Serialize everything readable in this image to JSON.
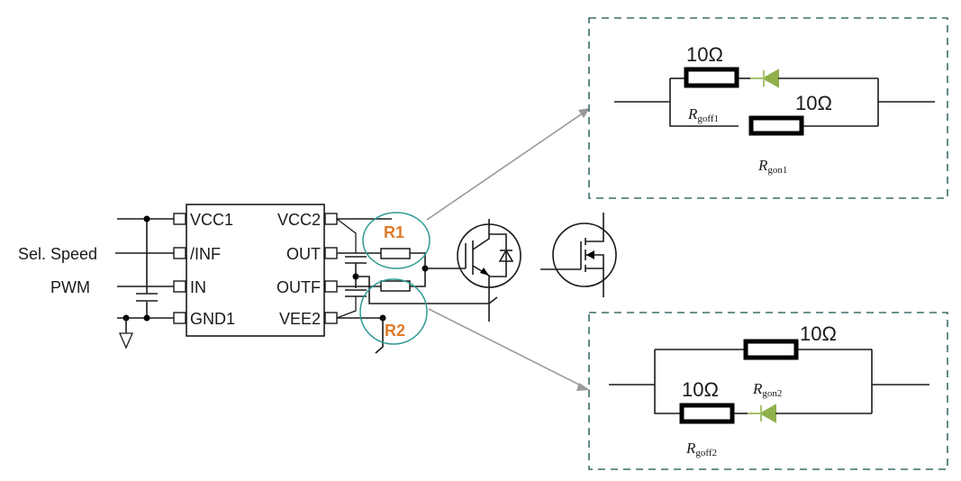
{
  "driver_ic": {
    "left_pins": [
      "VCC1",
      "/INF",
      "IN",
      "GND1"
    ],
    "right_pins": [
      "VCC2",
      "OUT",
      "OUTF",
      "VEE2"
    ]
  },
  "inputs": {
    "sel_speed": "Sel. Speed",
    "pwm": "PWM"
  },
  "gate_resistor_labels": {
    "r1": "R1",
    "r2": "R2"
  },
  "detail_top": {
    "resistor_top_value": "10Ω",
    "resistor_bottom_value": "10Ω",
    "label_off_main": "R",
    "label_off_sub": "goff1",
    "label_on_main": "R",
    "label_on_sub": "gon1"
  },
  "detail_bottom": {
    "resistor_top_value": "10Ω",
    "resistor_bottom_value": "10Ω",
    "label_on_main": "R",
    "label_on_sub": "gon2",
    "label_off_main": "R",
    "label_off_sub": "goff2"
  },
  "colors": {
    "r_label": "#e07b2a",
    "highlight_circle": "#2e9a94",
    "dashed_box": "#3b6e6a",
    "diode": "#8fb04a",
    "arrow": "#999999"
  }
}
